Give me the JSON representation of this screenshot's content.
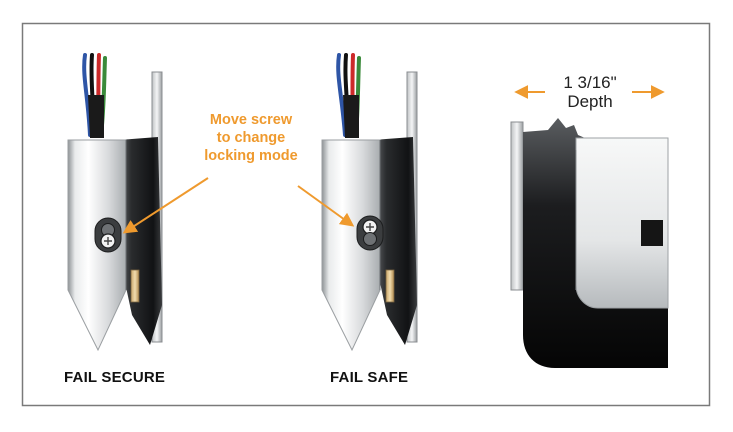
{
  "callout": {
    "line1": "Move screw",
    "line2": "to change",
    "line3": "locking mode"
  },
  "captions": {
    "left": "FAIL SECURE",
    "middle": "FAIL SAFE"
  },
  "dimension": {
    "value": "1 3/16\"",
    "label": "Depth"
  },
  "colors": {
    "accent": "#ef9a2e",
    "frame": "#7a7a7a",
    "wire_blue": "#2e55a6",
    "wire_red": "#cc2a2a",
    "wire_green": "#3a8a3a",
    "wire_black": "#111111"
  }
}
